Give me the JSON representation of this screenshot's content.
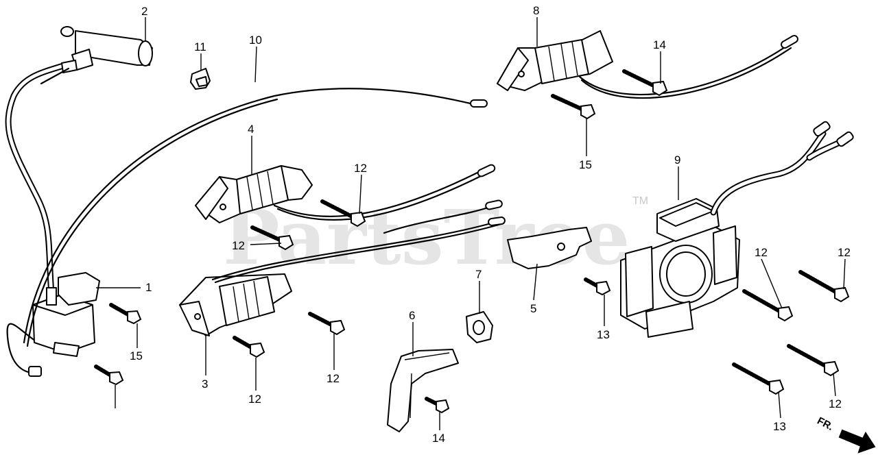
{
  "watermark": {
    "text": "PartsTree",
    "tm": "TM"
  },
  "direction": {
    "label": "FR."
  },
  "callouts": [
    {
      "id": "c1",
      "label": "1"
    },
    {
      "id": "c2",
      "label": "2"
    },
    {
      "id": "c3",
      "label": "3"
    },
    {
      "id": "c4",
      "label": "4"
    },
    {
      "id": "c5",
      "label": "5"
    },
    {
      "id": "c6",
      "label": "6"
    },
    {
      "id": "c7",
      "label": "7"
    },
    {
      "id": "c8",
      "label": "8"
    },
    {
      "id": "c9",
      "label": "9"
    },
    {
      "id": "c10",
      "label": "10"
    },
    {
      "id": "c11",
      "label": "11"
    },
    {
      "id": "c12a",
      "label": "12"
    },
    {
      "id": "c12b",
      "label": "12"
    },
    {
      "id": "c12c",
      "label": "12"
    },
    {
      "id": "c12d",
      "label": "12"
    },
    {
      "id": "c12e",
      "label": "12"
    },
    {
      "id": "c12f",
      "label": "12"
    },
    {
      "id": "c12g",
      "label": "12"
    },
    {
      "id": "c13a",
      "label": "13"
    },
    {
      "id": "c13b",
      "label": "13"
    },
    {
      "id": "c14a",
      "label": "14"
    },
    {
      "id": "c14b",
      "label": "14"
    },
    {
      "id": "c15a",
      "label": "15"
    },
    {
      "id": "c15b",
      "label": "15"
    }
  ]
}
